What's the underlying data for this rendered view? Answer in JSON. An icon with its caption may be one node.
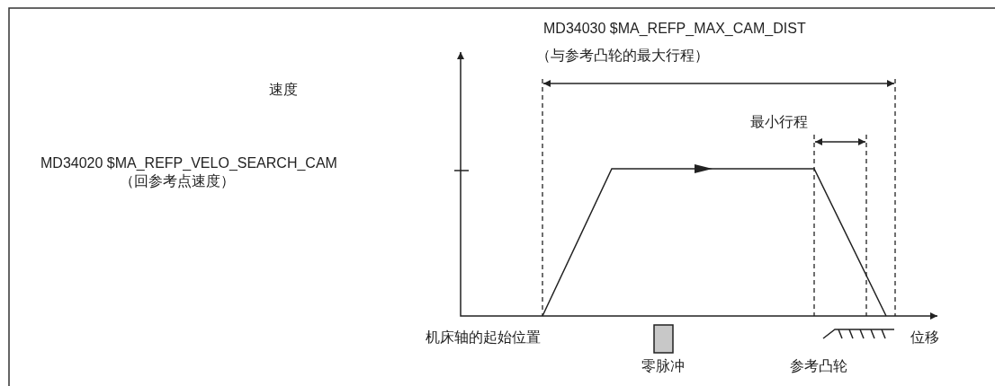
{
  "diagram": {
    "labels": [
      "MD34030 $MA_REFP_MAX_CAM_DIST",
      "（与参考凸轮的最大行程）",
      "速度",
      "最小行程",
      "MD34020 $MA_REFP_VELO_SEARCH_CAM",
      "（回参考点速度）",
      "机床轴的起始位置",
      "位移",
      "零脉冲",
      "参考凸轮"
    ]
  }
}
